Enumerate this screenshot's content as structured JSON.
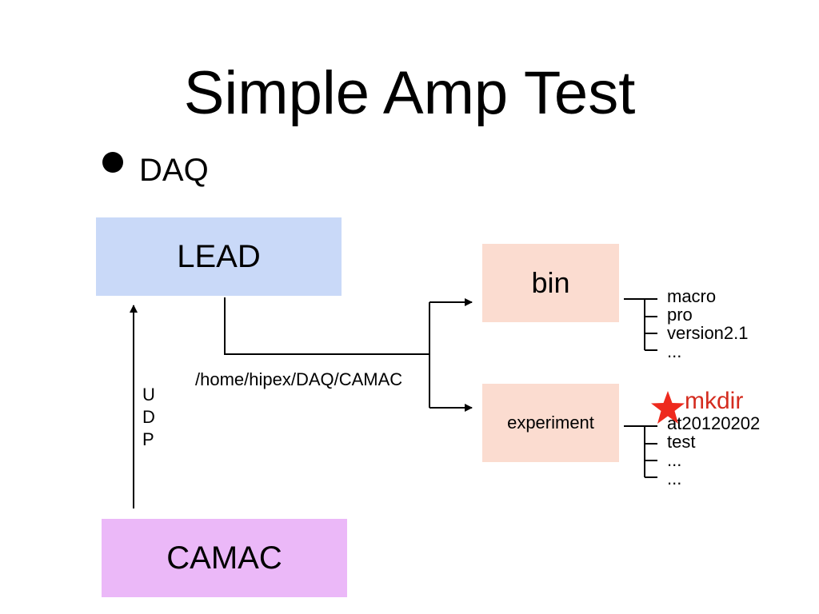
{
  "slide": {
    "title": "Simple Amp Test",
    "bullet": "DAQ"
  },
  "diagram": {
    "lead_label": "LEAD",
    "camac_label": "CAMAC",
    "bin_label": "bin",
    "experiment_label": "experiment",
    "path_label": "/home/hipex/DAQ/CAMAC",
    "link_label_letters": [
      "U",
      "D",
      "P"
    ],
    "bin_children": [
      "macro",
      "pro",
      "version2.1",
      "..."
    ],
    "experiment_children": [
      "at20120202",
      "test",
      "...",
      "..."
    ],
    "annotation": {
      "text": "mkdir",
      "icon": "star-icon",
      "color": "#d42c1f"
    },
    "colors": {
      "lead": "#c9d9f8",
      "camac": "#ebb8f8",
      "folder": "#fbdcd0"
    }
  }
}
